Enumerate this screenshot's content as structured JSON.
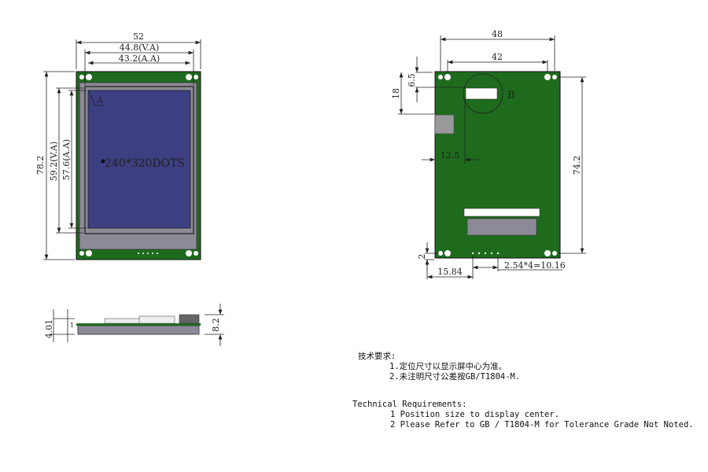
{
  "front_view": {
    "width_total": "52",
    "width_va": "44.8(V.A)",
    "width_aa": "43.2(A.A)",
    "height_total": "78.2",
    "height_va": "59.2(V.A)",
    "height_aa": "57.6(A.A)",
    "marker_a": "A",
    "resolution": "240*320DOTS"
  },
  "back_view": {
    "width_holes": "48",
    "width_inner": "42",
    "offset_top": "6.5",
    "offset_connector": "18",
    "offset_left": "12.5",
    "height_holes": "74.2",
    "offset_bottom": "2",
    "pin_offset": "15.84",
    "pin_pitch": "2.54*4=10.16",
    "detail_b": "B"
  },
  "side_view": {
    "thickness_module": "4.01",
    "thickness_pcb": "1",
    "thickness_total": "8.2"
  },
  "notes_cn": {
    "title": "技术要求:",
    "item1": "1.定位尺寸以显示屏中心为准。",
    "item2": "2.未注明尺寸公差按GB/T1804-M."
  },
  "notes_en": {
    "title": "Technical Requirements:",
    "item1": "1 Position size to display center.",
    "item2": "2 Please Refer to GB / T1804-M for Tolerance Grade Not Noted."
  },
  "colors": {
    "pcb": "#1e6b1e",
    "panel": "#8c8a96",
    "screen": "#3c3f82"
  }
}
